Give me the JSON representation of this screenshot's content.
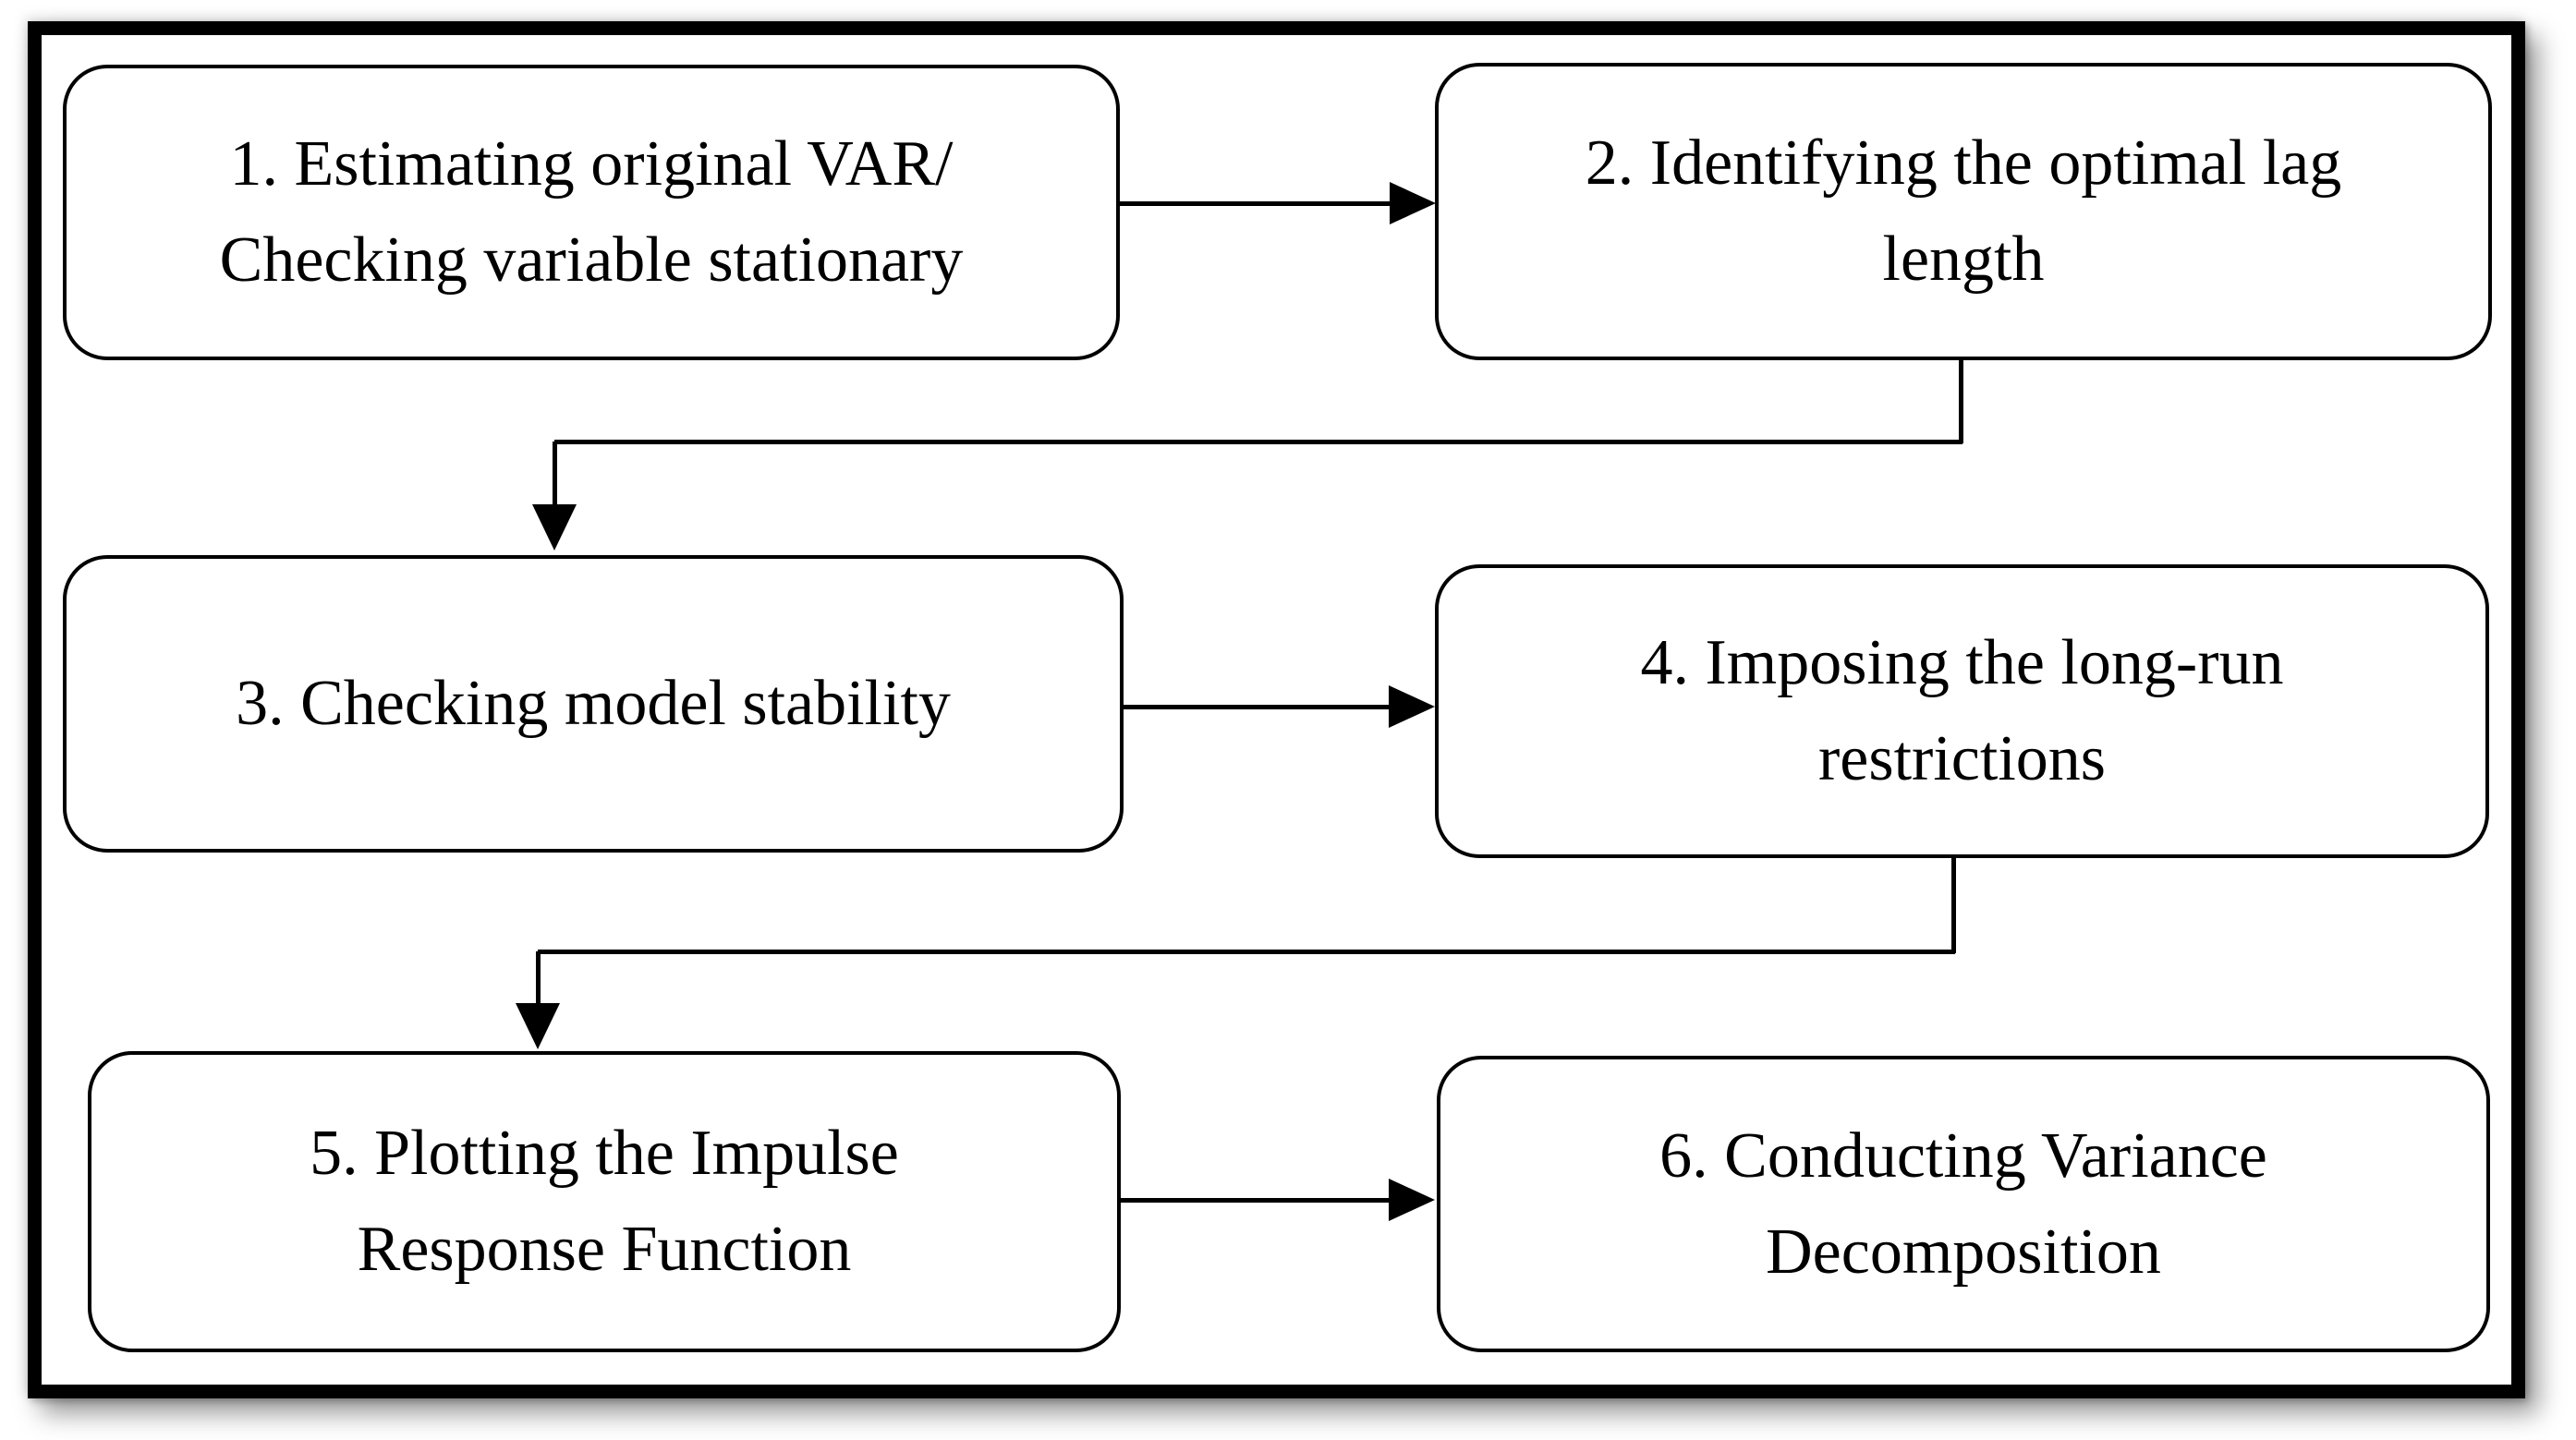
{
  "diagram": {
    "type": "flowchart",
    "colors": {
      "stroke": "#000000",
      "node_fill": "#ffffff",
      "background": "#ffffff",
      "text": "#000000"
    },
    "nodes": [
      {
        "id": "1",
        "lines": [
          "1. Estimating original VAR/",
          "Checking variable stationary"
        ]
      },
      {
        "id": "2",
        "lines": [
          "2. Identifying the optimal lag",
          "length"
        ]
      },
      {
        "id": "3",
        "lines": [
          "3. Checking model stability"
        ]
      },
      {
        "id": "4",
        "lines": [
          "4. Imposing the long-run",
          "restrictions"
        ]
      },
      {
        "id": "5",
        "lines": [
          "5. Plotting the Impulse",
          "Response Function"
        ]
      },
      {
        "id": "6",
        "lines": [
          "6. Conducting Variance",
          "Decomposition"
        ]
      }
    ],
    "edges": [
      {
        "from": "1",
        "to": "2",
        "shape": "straight-right-arrow"
      },
      {
        "from": "2",
        "to": "3",
        "shape": "elbow-down-left-down-arrow"
      },
      {
        "from": "3",
        "to": "4",
        "shape": "straight-right-arrow"
      },
      {
        "from": "4",
        "to": "5",
        "shape": "elbow-down-left-down-arrow"
      },
      {
        "from": "5",
        "to": "6",
        "shape": "straight-right-arrow"
      }
    ]
  }
}
